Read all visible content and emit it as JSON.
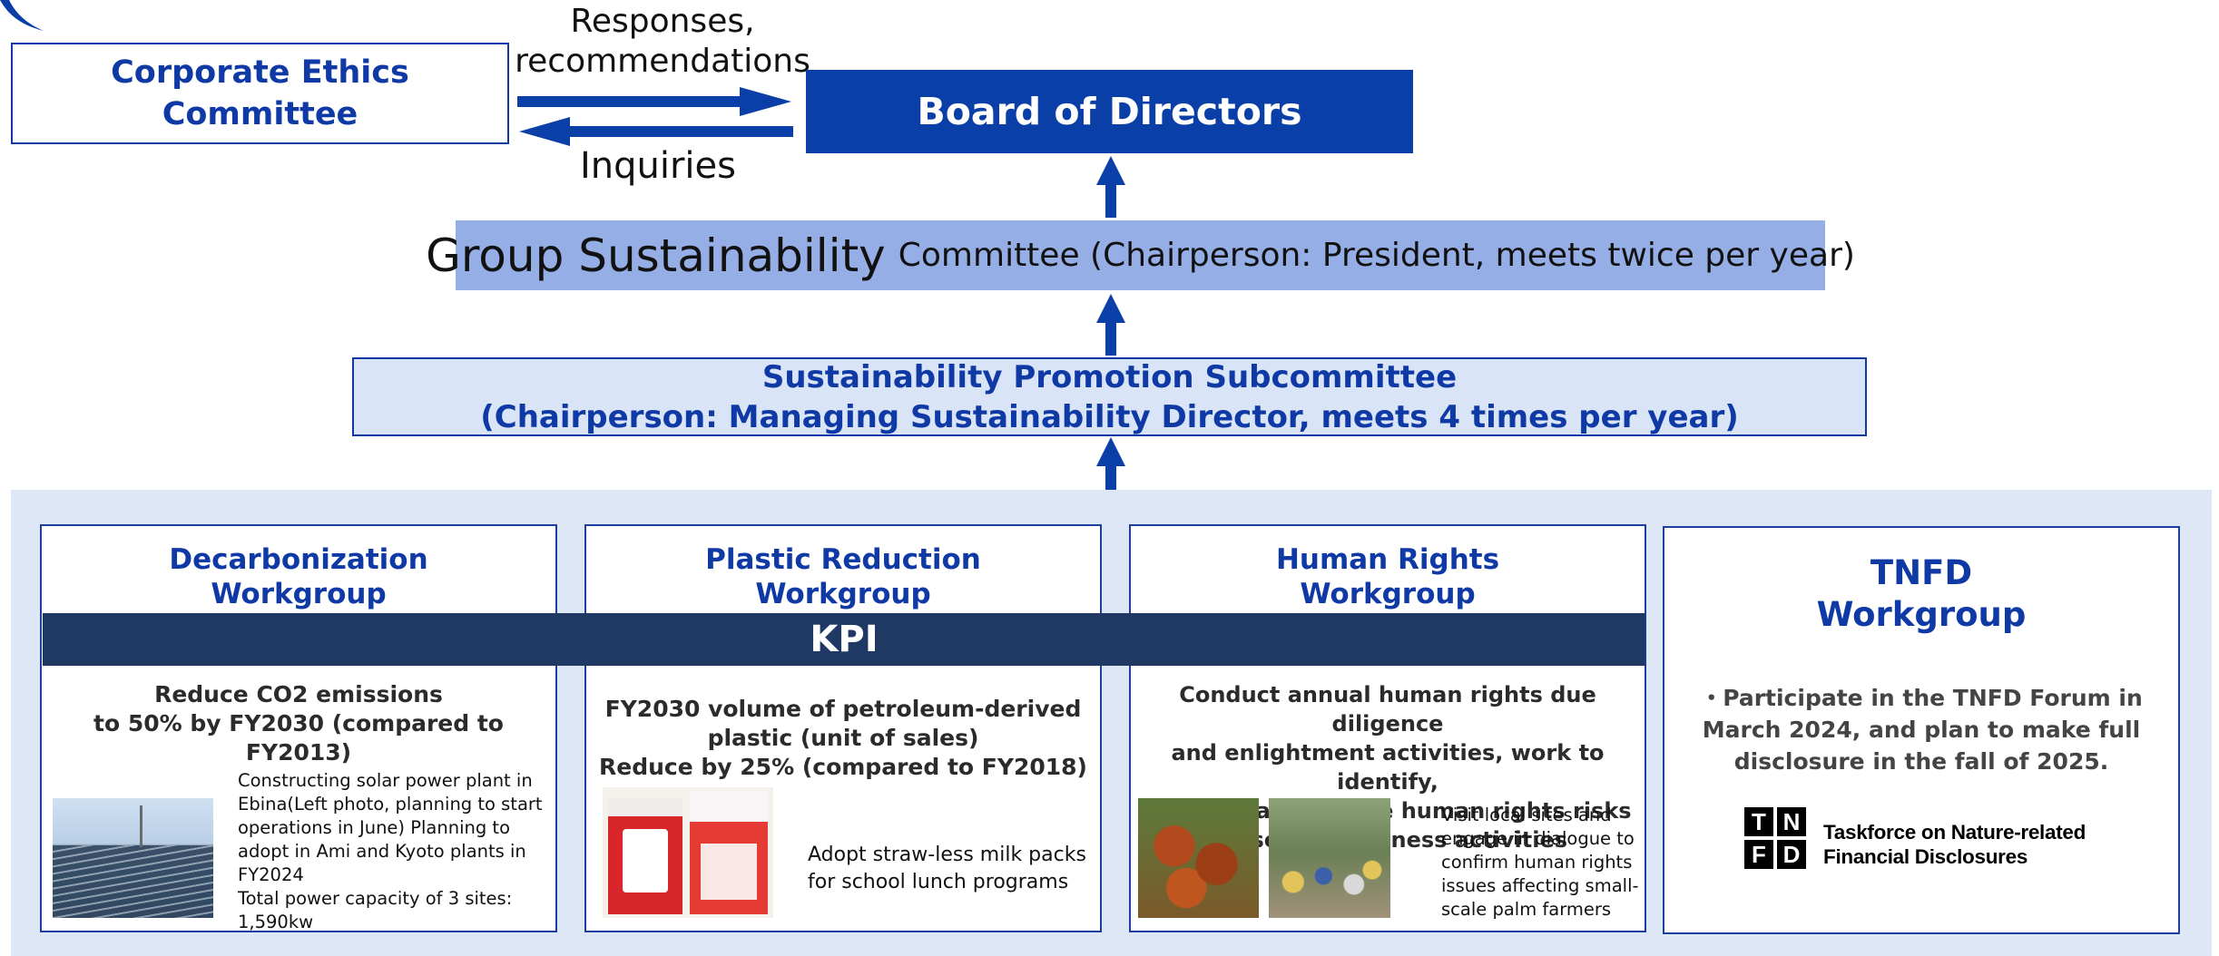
{
  "board": {
    "label": "Board of Directors"
  },
  "ethics": {
    "label": "Corporate Ethics\nCommittee"
  },
  "arrows": {
    "responses_label": "Responses,\nrecommendations",
    "inquiries_label": "Inquiries"
  },
  "group_committee": {
    "title_large": "Group Sustainability",
    "title_rest": "Committee (Chairperson: President, meets twice per year)"
  },
  "subcommittee": {
    "line1": "Sustainability Promotion Subcommittee",
    "line2": "(Chairperson: Managing Sustainability Director, meets 4 times per year)"
  },
  "kpi": {
    "label": "KPI"
  },
  "workgroups": [
    {
      "title": "Decarbonization\nWorkgroup",
      "kpi_text": "Reduce CO2 emissions\nto 50% by FY2030 (compared to\nFY2013)",
      "detail": "Constructing solar power plant in Ebina(Left photo, planning to start operations in June)  Planning to adopt in Ami and Kyoto plants in FY2024\nTotal power capacity of 3 sites: 1,590kw"
    },
    {
      "title": "Plastic Reduction\nWorkgroup",
      "kpi_text": "FY2030 volume of petroleum-derived\nplastic (unit of sales)\nReduce by 25% (compared to FY2018)",
      "detail": "Adopt straw-less milk packs\nfor school lunch programs"
    },
    {
      "title": "Human Rights\nWorkgroup",
      "kpi_text": "Conduct annual human rights due diligence\nand enlightment activities, work to identify,\nprevent, and reduce human rights risks\ncaused by business activities",
      "detail": "Visit local sites and\nengage in dialogue to\nconfirm human rights\nissues affecting small-\nscale palm farmers"
    },
    {
      "title": "TNFD\nWorkgroup",
      "kpi_text": "・Participate in the TNFD Forum in\nMarch 2024, and plan to make full\ndisclosure in the fall of 2025.",
      "logo_letters": [
        "T",
        "N",
        "F",
        "D"
      ],
      "logo_text": "Taskforce on Nature-related\nFinancial Disclosures"
    }
  ],
  "colors": {
    "navy": "#0b3fa8",
    "kpi_bar": "#1f3864",
    "group_box": "#96aee6",
    "subcommittee_fill": "#d9e4f6",
    "panel_bg": "#dde7f5"
  }
}
